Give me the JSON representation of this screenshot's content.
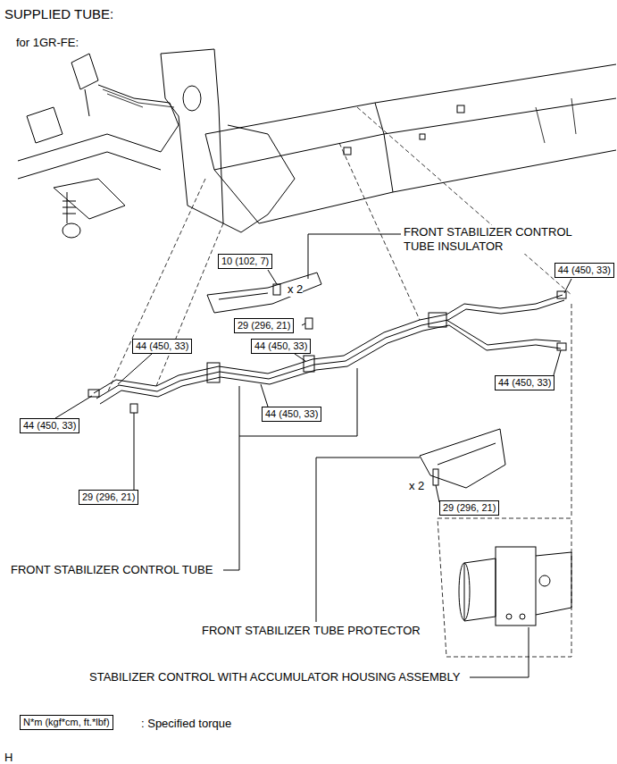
{
  "diagram": {
    "title": "SUPPLIED TUBE:",
    "nodes": [
      {
        "text": [
          "10 (102, 7)"
        ]
      },
      {
        "text": [
          "44 (450, 33)"
        ]
      },
      {
        "text": [
          "29 (296, 21)"
        ]
      },
      {
        "text": [
          "44 (450, 33)"
        ]
      },
      {
        "text": [
          "44 (450, 33)"
        ]
      },
      {
        "text": [
          "44 (450, 33)"
        ]
      },
      {
        "text": [
          "44 (450, 33)"
        ]
      },
      {
        "text": [
          "44 (450, 33)"
        ]
      },
      {
        "text": [
          "29 (296, 21)"
        ]
      },
      {
        "text": [
          "29 (296, 21)"
        ]
      },
      {
        "text": [
          "N*m (kgf*cm, ft.*lbf)"
        ]
      }
    ],
    "edges": [],
    "labels": [
      "for 1GR-FE:",
      "x 2",
      "FRONT STABILIZER CONTROL TUBE INSULATOR",
      "x 2",
      "FRONT STABILIZER CONTROL TUBE",
      "FRONT STABILIZER TUBE PROTECTOR",
      "STABILIZER CONTROL WITH ACCUMULATOR HOUSING ASSEMBLY",
      "H"
    ],
    "legend": [
      {
        "text": ": Specified torque"
      }
    ]
  }
}
